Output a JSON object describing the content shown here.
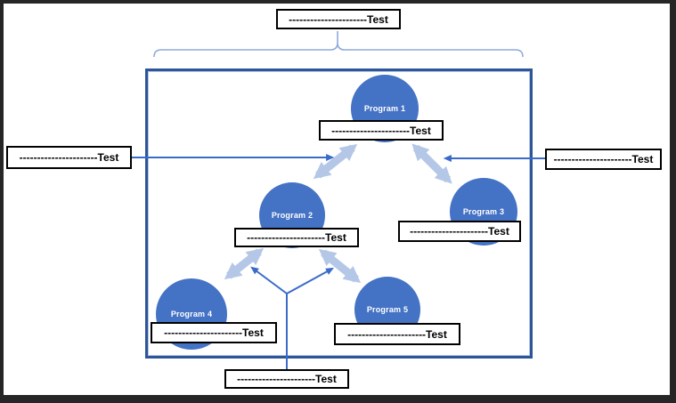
{
  "diagram_title_note": "hierarchy of five program nodes inside a bordered container with callout label boxes",
  "colors": {
    "node_fill": "#4472C4",
    "node_text": "#ffffff",
    "thick_arrow": "#B4C7E7",
    "thin_arrow": "#3A6BC9",
    "container_border": "#2E5597",
    "brace": "#8FAADC",
    "label_box_border": "#000000",
    "label_box_bg": "#ffffff",
    "frame": "#262626"
  },
  "nodes": [
    {
      "name": "Program 1",
      "label": "----------------------Test"
    },
    {
      "name": "Program 2",
      "label": "----------------------Test"
    },
    {
      "name": "Program 3",
      "label": "----------------------Test"
    },
    {
      "name": "Program 4",
      "label": "----------------------Test"
    },
    {
      "name": "Program 5",
      "label": "----------------------Test"
    }
  ],
  "external_labels": {
    "top": "----------------------Test",
    "left": "----------------------Test",
    "right": "----------------------Test",
    "bottom": "----------------------Test"
  },
  "connectors": {
    "thick_double_arrows": [
      "Program 1 <-> Program 2",
      "Program 1 <-> Program 3",
      "Program 2 <-> Program 4",
      "Program 2 <-> Program 5"
    ],
    "thin_arrows": [
      "left label -> Program1/Program2 link",
      "right label -> Program1/Program3 link",
      "bottom label -> forked arrows toward Program 2 links"
    ]
  }
}
